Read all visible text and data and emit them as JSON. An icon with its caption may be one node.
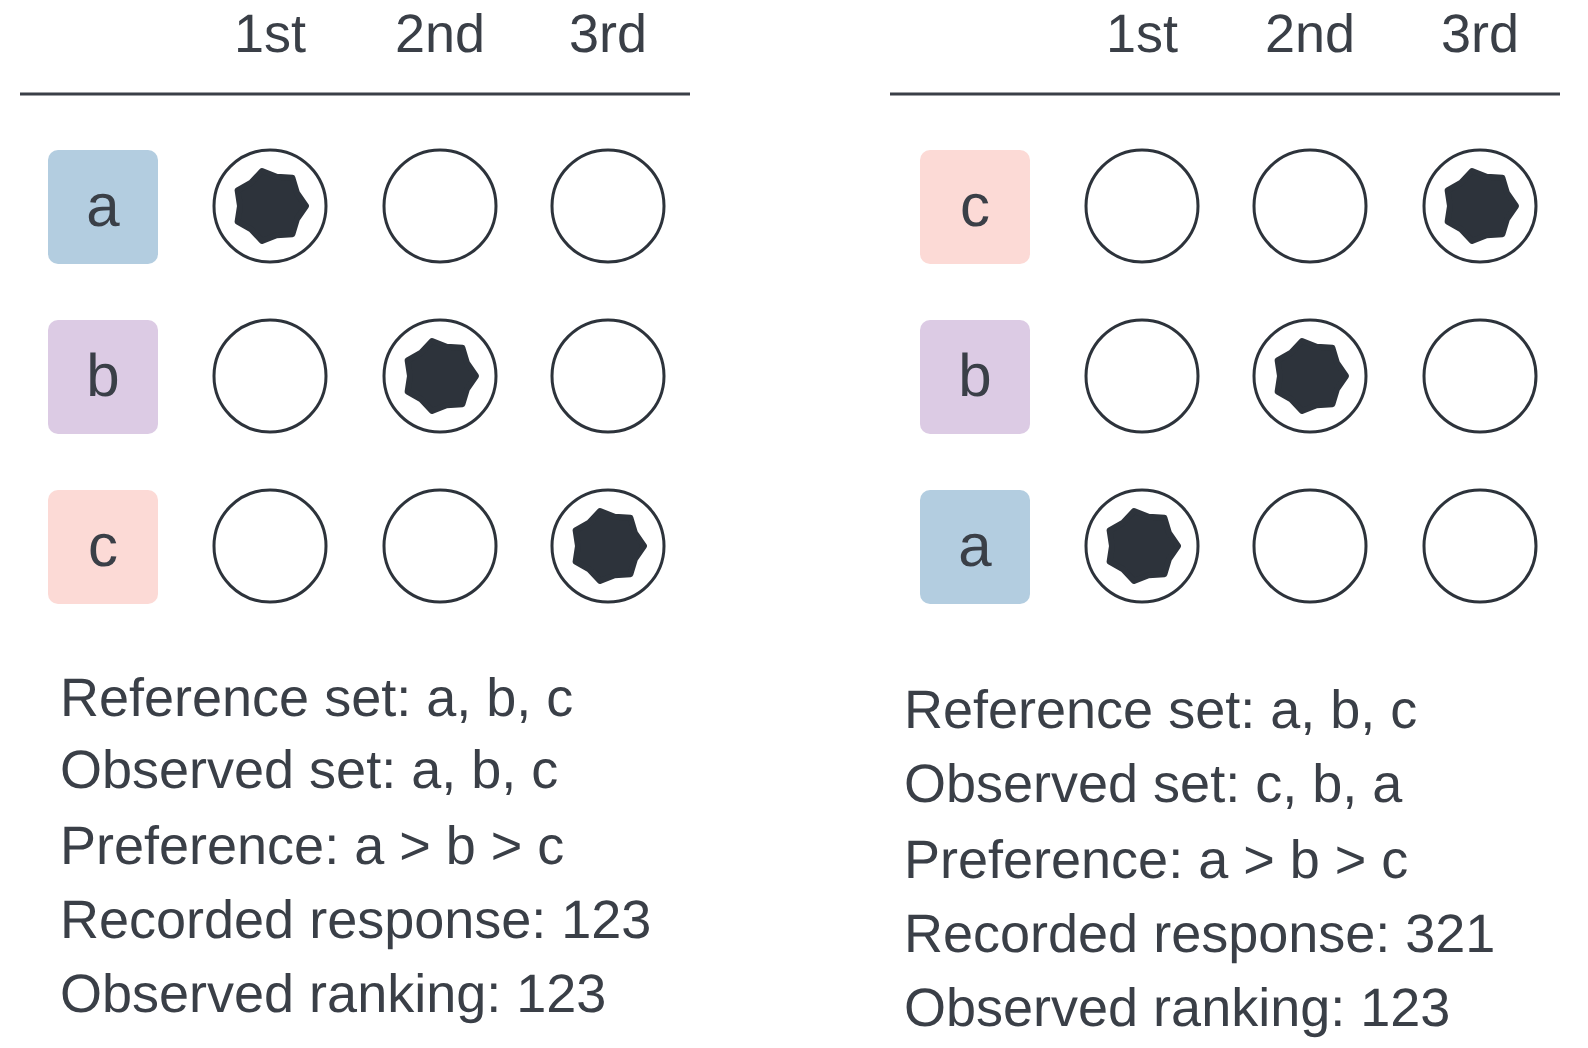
{
  "diagram": {
    "nodes": [
      {
        "text": [
          "a"
        ]
      },
      {
        "text": [
          "b"
        ]
      },
      {
        "text": [
          "c"
        ]
      },
      {
        "text": [
          "c"
        ]
      },
      {
        "text": [
          "b"
        ]
      },
      {
        "text": [
          "a"
        ]
      }
    ],
    "labels": [
      "1st",
      "2nd",
      "3rd",
      "1st",
      "2nd",
      "3rd",
      "Reference set: a, b, c",
      "Observed set: a, b, c",
      "Preference: a > b > c",
      "Recorded response: 123",
      "Observed ranking: 123",
      "Reference set: a, b, c",
      "Observed set: c, b, a",
      "Preference: a > b > c",
      "Recorded response: 321",
      "Observed ranking: 123"
    ]
  }
}
